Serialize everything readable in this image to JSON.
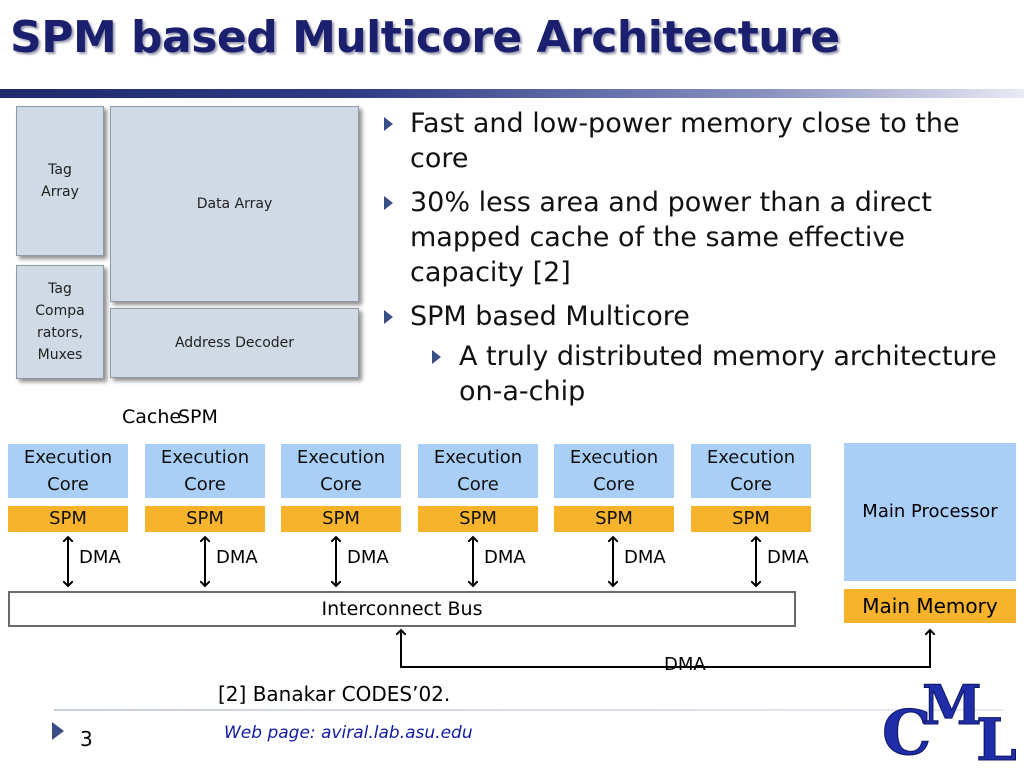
{
  "title": "SPM based Multicore Architecture",
  "cache_diagram": {
    "tag_array": "Tag Array",
    "data_array": "Data Array",
    "tag_comparators": "Tag Compa rators, Muxes",
    "address_decoder": "Address Decoder",
    "cache_label": "Cache",
    "spm_label": "SPM"
  },
  "bullets": [
    {
      "level": 1,
      "text": "Fast and low-power memory close to the core"
    },
    {
      "level": 1,
      "text": "30% less area and power than a direct mapped cache of the same effective capacity [2]"
    },
    {
      "level": 1,
      "text": "SPM based Multicore"
    },
    {
      "level": 2,
      "text": "A truly distributed memory architecture on-a-chip"
    }
  ],
  "cores": [
    {
      "core": "Execution Core",
      "spm": "SPM",
      "dma": "DMA"
    },
    {
      "core": "Execution Core",
      "spm": "SPM",
      "dma": "DMA"
    },
    {
      "core": "Execution Core",
      "spm": "SPM",
      "dma": "DMA"
    },
    {
      "core": "Execution Core",
      "spm": "SPM",
      "dma": "DMA"
    },
    {
      "core": "Execution Core",
      "spm": "SPM",
      "dma": "DMA"
    },
    {
      "core": "Execution Core",
      "spm": "SPM",
      "dma": "DMA"
    }
  ],
  "interconnect_bus": "Interconnect Bus",
  "main_processor": "Main Processor",
  "main_memory": "Main Memory",
  "bottom_dma": "DMA",
  "reference": "[2] Banakar CODES’02.",
  "slide_number": "3",
  "web_page": "Web page:  aviral.lab.asu.edu",
  "logo_text": "CML",
  "colors": {
    "title": "#1a1f6e",
    "exec_core": "#a9cff7",
    "spm": "#f7b32b",
    "cache_block": "#cfdae4"
  }
}
